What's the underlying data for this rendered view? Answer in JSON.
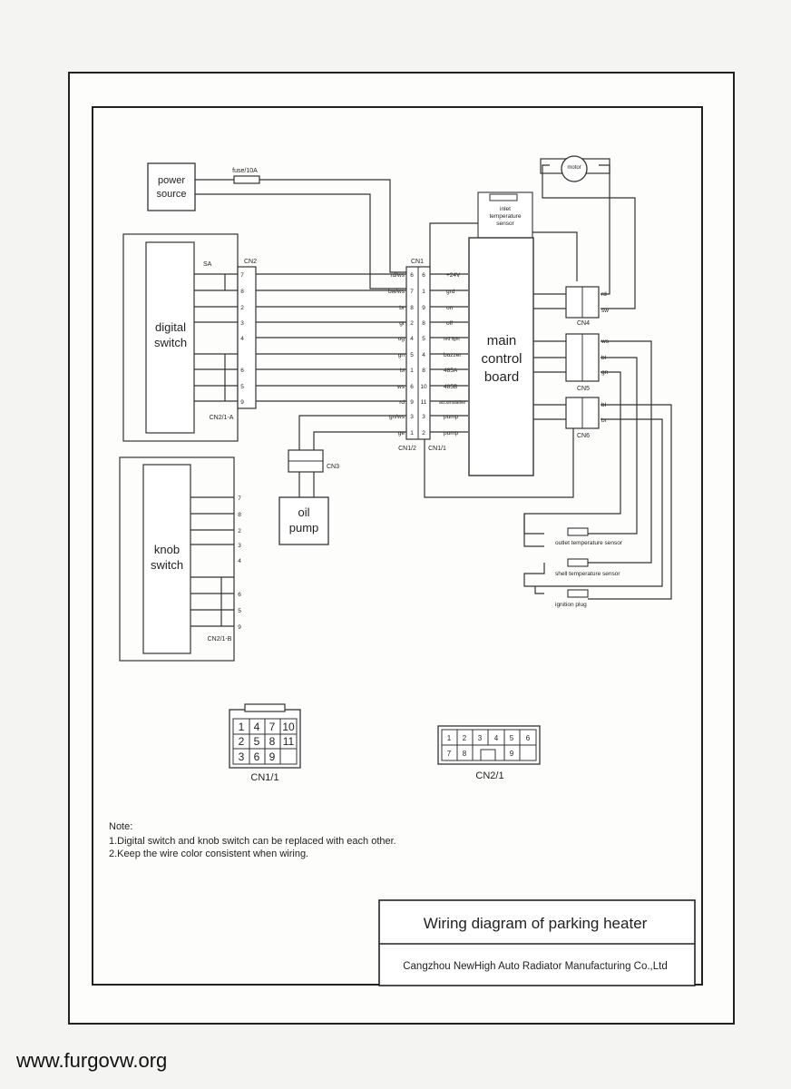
{
  "power_source": {
    "line1": "power",
    "line2": "source"
  },
  "fuse": "fuse/10A",
  "motor": "motor",
  "inlet_sensor": {
    "line1": "inlet",
    "line2": "temperature",
    "line3": "sensor"
  },
  "main_board": {
    "line1": "main",
    "line2": "control",
    "line3": "board"
  },
  "digital_switch": {
    "line1": "digital",
    "line2": "switch",
    "sa": "SA"
  },
  "knob_switch": {
    "line1": "knob",
    "line2": "switch"
  },
  "oil_pump": {
    "line1": "oil",
    "line2": "pump"
  },
  "connectors": {
    "cn1": "CN1",
    "cn1_2": "CN1/2",
    "cn1_1": "CN1/1",
    "cn2": "CN2",
    "cn2_1a": "CN2/1-A",
    "cn2_1b": "CN2/1-B",
    "cn3": "CN3",
    "cn4": "CN4",
    "cn5": "CN5",
    "cn6": "CN6"
  },
  "cn2_pins": [
    "7",
    "8",
    "2",
    "3",
    "4",
    "6",
    "5",
    "9"
  ],
  "knob_pins": [
    "7",
    "8",
    "2",
    "3",
    "4",
    "6",
    "5",
    "9"
  ],
  "cn1_rows": [
    {
      "wire": "rd/ws",
      "a": "6",
      "b": "6",
      "sig": "+24V"
    },
    {
      "wire": "bw/ws",
      "a": "7",
      "b": "1",
      "sig": "grd"
    },
    {
      "wire": "br",
      "a": "8",
      "b": "9",
      "sig": "on"
    },
    {
      "wire": "gr",
      "a": "2",
      "b": "8",
      "sig": "off"
    },
    {
      "wire": "og",
      "a": "4",
      "b": "5",
      "sig": "red light"
    },
    {
      "wire": "gn",
      "a": "5",
      "b": "4",
      "sig": "buzzer"
    },
    {
      "wire": "bl",
      "a": "1",
      "b": "8",
      "sig": "485A"
    },
    {
      "wire": "ws",
      "a": "6",
      "b": "10",
      "sig": "485B"
    },
    {
      "wire": "rd",
      "a": "9",
      "b": "11",
      "sig": "accumulative"
    },
    {
      "wire": "gn/ws",
      "a": "3",
      "b": "3",
      "sig": "pump"
    },
    {
      "wire": "ge",
      "a": "1",
      "b": "2",
      "sig": "pump"
    }
  ],
  "cn4_wires": [
    "rd",
    "sw"
  ],
  "cn5_wires": [
    "ws",
    "bl",
    "gn"
  ],
  "cn6_wires": [
    "bl",
    "br"
  ],
  "sensors": {
    "outlet": "outlet temperature sensor",
    "shell": "shell temperature sensor",
    "ignition": "ignition plug"
  },
  "cn1_1_grid": [
    [
      "1",
      "4",
      "7",
      "10"
    ],
    [
      "2",
      "5",
      "8",
      "11"
    ],
    [
      "3",
      "6",
      "9",
      ""
    ]
  ],
  "cn1_1_label": "CN1/1",
  "cn2_1_grid": [
    [
      "1",
      "2",
      "3",
      "4",
      "5",
      "6"
    ],
    [
      "7",
      "8",
      "",
      "",
      "9",
      ""
    ]
  ],
  "cn2_1_label": "CN2/1",
  "note": {
    "title": "Note:",
    "line1": "1.Digital switch and knob switch can be replaced with each other.",
    "line2": "2.Keep the wire color consistent when wiring."
  },
  "title_block": {
    "title": "Wiring diagram of parking heater",
    "company": "Cangzhou NewHigh Auto Radiator Manufacturing Co.,Ltd"
  },
  "watermark": "www.furgovw.org"
}
